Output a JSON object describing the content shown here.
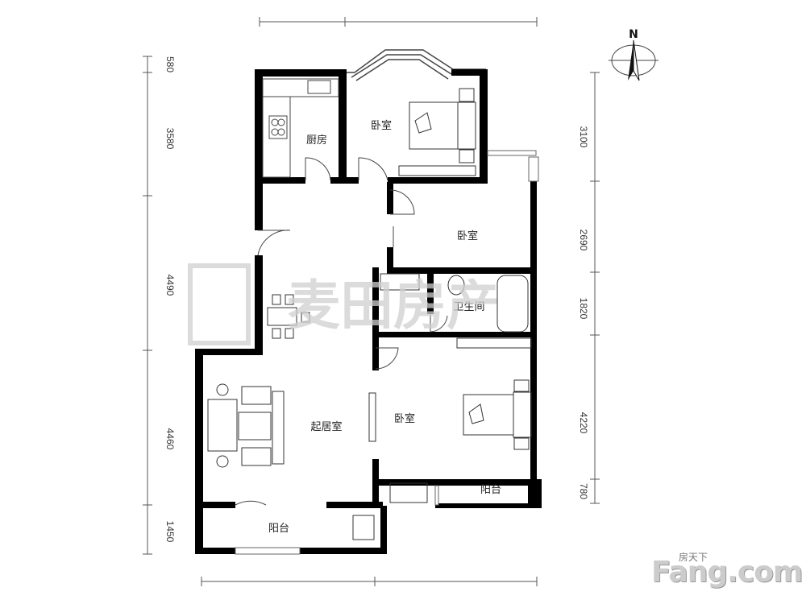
{
  "rooms": {
    "kitchen": "厨房",
    "bedroom_north": "卧室",
    "bedroom_middle": "卧室",
    "bathroom": "卫生间",
    "bedroom_south": "卧室",
    "living": "起居室",
    "balcony_living": "阳台",
    "balcony_bedroom": "阳台"
  },
  "compass": {
    "label": "N"
  },
  "dimensions": {
    "left": [
      "580",
      "3580",
      "4490",
      "4460",
      "1450"
    ],
    "right": [
      "3100",
      "2690",
      "1820",
      "4220",
      "780"
    ]
  },
  "watermark": {
    "company": "麦田房产"
  },
  "brand": {
    "cn": "房天下",
    "en": "Fang.com"
  },
  "colors": {
    "wall": "#000000",
    "line": "#333333",
    "watermark": "#cfcfcf"
  }
}
